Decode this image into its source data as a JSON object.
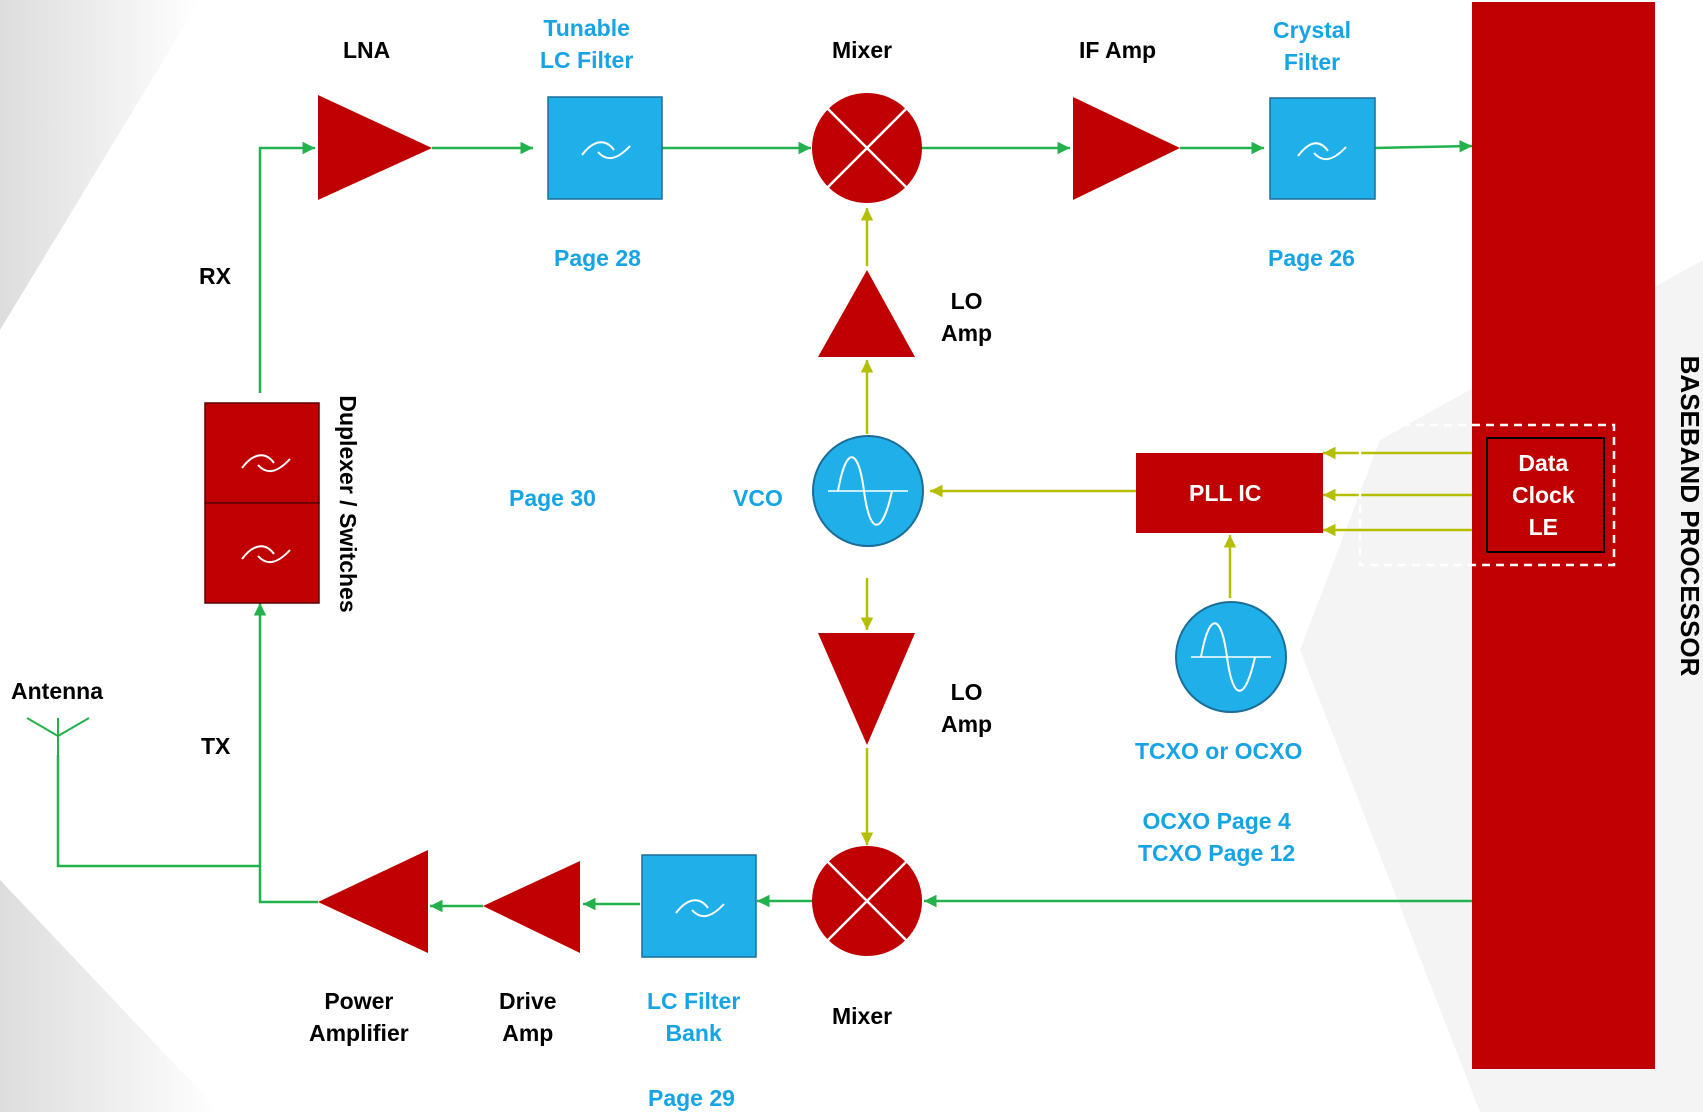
{
  "colors": {
    "block_red": "#c00000",
    "filter_blue": "#1fb0ea",
    "label_blue": "#16a4e4",
    "signal_green": "#22b14c",
    "lo_yellow": "#b5bf00"
  },
  "rx_chain": {
    "lna": "LNA",
    "tunable_filter": [
      "Tunable",
      "LC Filter"
    ],
    "tunable_filter_page": "Page 28",
    "mixer": "Mixer",
    "if_amp": "IF Amp",
    "crystal_filter": [
      "Crystal",
      "Filter"
    ],
    "crystal_filter_page": "Page 26",
    "rx_label": "RX"
  },
  "lo_chain": {
    "lo_amp_top": [
      "LO",
      "Amp"
    ],
    "vco": "VCO",
    "vco_page": "Page 30",
    "lo_amp_bottom": [
      "LO",
      "Amp"
    ],
    "pll": "PLL IC",
    "reference_osc": "TCXO or OCXO",
    "reference_pages": [
      "OCXO Page 4",
      "TCXO Page 12"
    ]
  },
  "tx_chain": {
    "power_amp": [
      "Power",
      "Amplifier"
    ],
    "drive_amp": [
      "Drive",
      "Amp"
    ],
    "lc_filter_bank": [
      "LC Filter",
      "Bank"
    ],
    "lc_filter_bank_page": "Page 29",
    "mixer": "Mixer",
    "tx_label": "TX"
  },
  "front_end": {
    "antenna": "Antenna",
    "duplexer": "Duplexer / Switches"
  },
  "baseband": {
    "title": "BASEBAND PROCESSOR",
    "interface": [
      "Data",
      "Clock",
      "LE"
    ]
  },
  "icons": [
    "amplifier-triangle-icon",
    "bandpass-filter-icon",
    "mixer-cross-icon",
    "sine-oscillator-icon",
    "antenna-icon"
  ]
}
